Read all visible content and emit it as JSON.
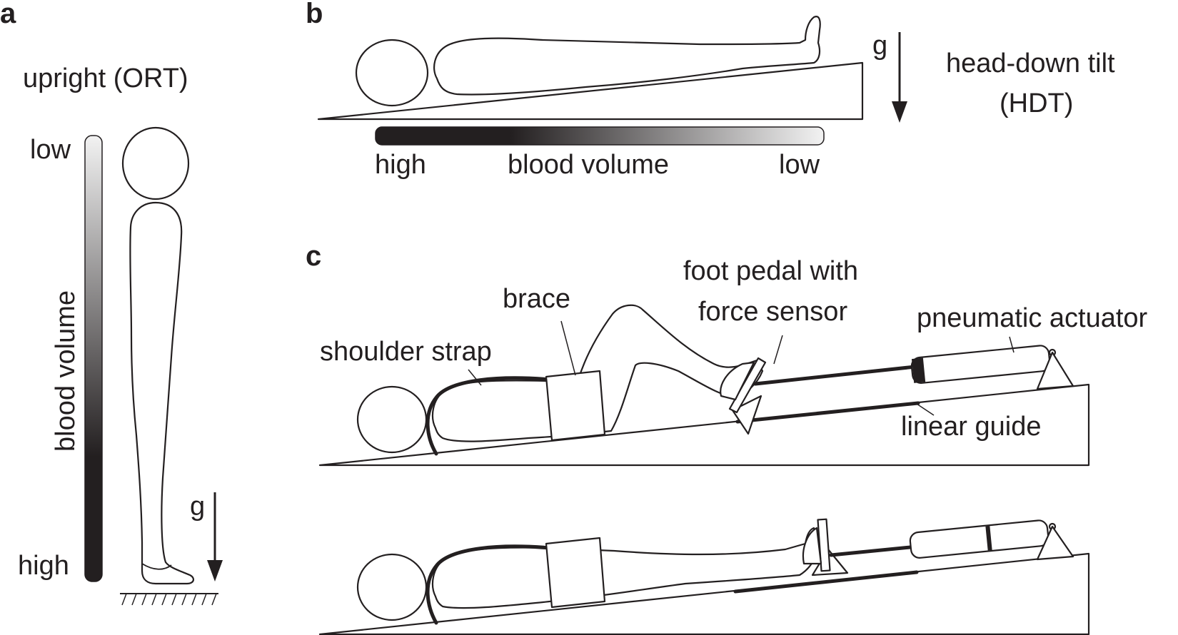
{
  "colors": {
    "ink": "#231f20",
    "gradient_high": "#231f20",
    "gradient_low": "#f2f2f2"
  },
  "panel_a": {
    "letter": "a",
    "title": "upright (ORT)",
    "scale_top_label": "low",
    "scale_bottom_label": "high",
    "scale_axis_label": "blood volume",
    "gravity_label": "g"
  },
  "panel_b": {
    "letter": "b",
    "title_line1": "head-down tilt",
    "title_line2": "(HDT)",
    "gravity_label": "g",
    "scale_left_label": "high",
    "scale_center_label": "blood volume",
    "scale_right_label": "low"
  },
  "panel_c": {
    "letter": "c",
    "labels": {
      "shoulder_strap": "shoulder strap",
      "brace": "brace",
      "foot_pedal_line1": "foot pedal with",
      "foot_pedal_line2": "force sensor",
      "pneumatic_actuator": "pneumatic actuator",
      "linear_guide": "linear guide"
    }
  }
}
